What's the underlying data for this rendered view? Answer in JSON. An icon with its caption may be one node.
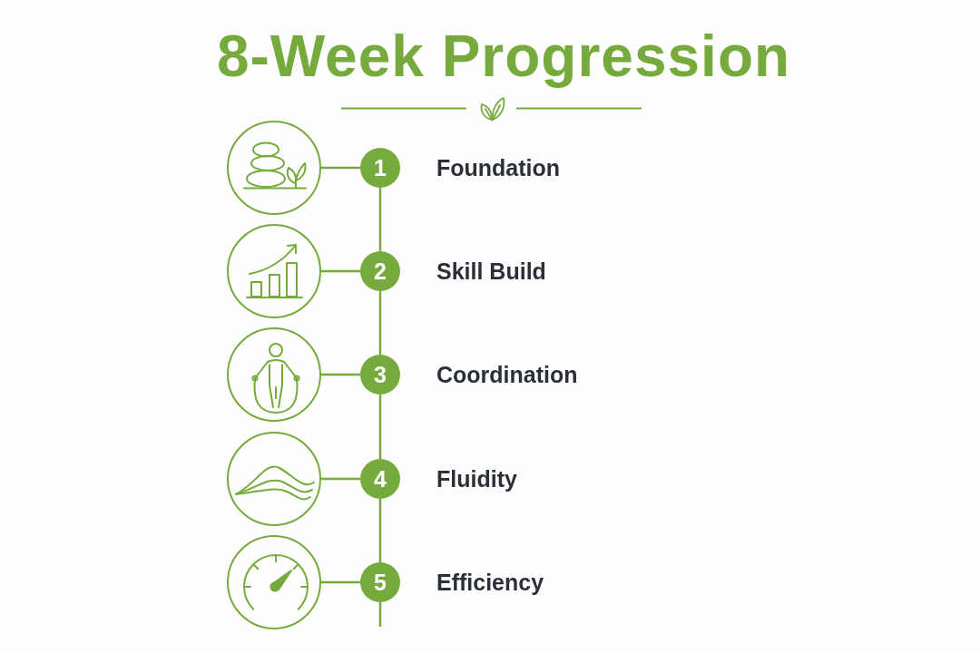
{
  "diagram": {
    "title": "8-Week Progression",
    "nodes": [
      {
        "text": [],
        "shape": "circle"
      },
      {
        "text": [
          "1"
        ],
        "beside": [
          "Foundation"
        ]
      },
      {
        "text": [],
        "shape": "circle"
      },
      {
        "text": [
          "2"
        ],
        "beside": [
          "Skill Build"
        ]
      },
      {
        "text": [],
        "shape": "circle"
      },
      {
        "text": [
          "3"
        ],
        "beside": [
          "Coordination"
        ]
      },
      {
        "text": [],
        "shape": "circle"
      },
      {
        "text": [
          "4"
        ],
        "beside": [
          "Fluidity"
        ]
      },
      {
        "text": [],
        "shape": "circle"
      },
      {
        "text": [
          "5"
        ],
        "beside": [
          "Efficiency"
        ]
      }
    ],
    "edges": [
      {
        "from": 0,
        "to": 1,
        "arrow": "none"
      },
      {
        "from": 1,
        "to": 3,
        "arrow": "none"
      },
      {
        "from": 2,
        "to": 3,
        "arrow": "none"
      },
      {
        "from": 3,
        "to": 5,
        "arrow": "none"
      },
      {
        "from": 4,
        "to": 5,
        "arrow": "none"
      },
      {
        "from": 5,
        "to": 7,
        "arrow": "none"
      },
      {
        "from": 6,
        "to": 7,
        "arrow": "none"
      },
      {
        "from": 7,
        "to": 9,
        "arrow": "none"
      },
      {
        "from": 8,
        "to": 9,
        "arrow": "none"
      },
      {
        "from": 9,
        "to": null,
        "arrow": "none"
      }
    ]
  }
}
